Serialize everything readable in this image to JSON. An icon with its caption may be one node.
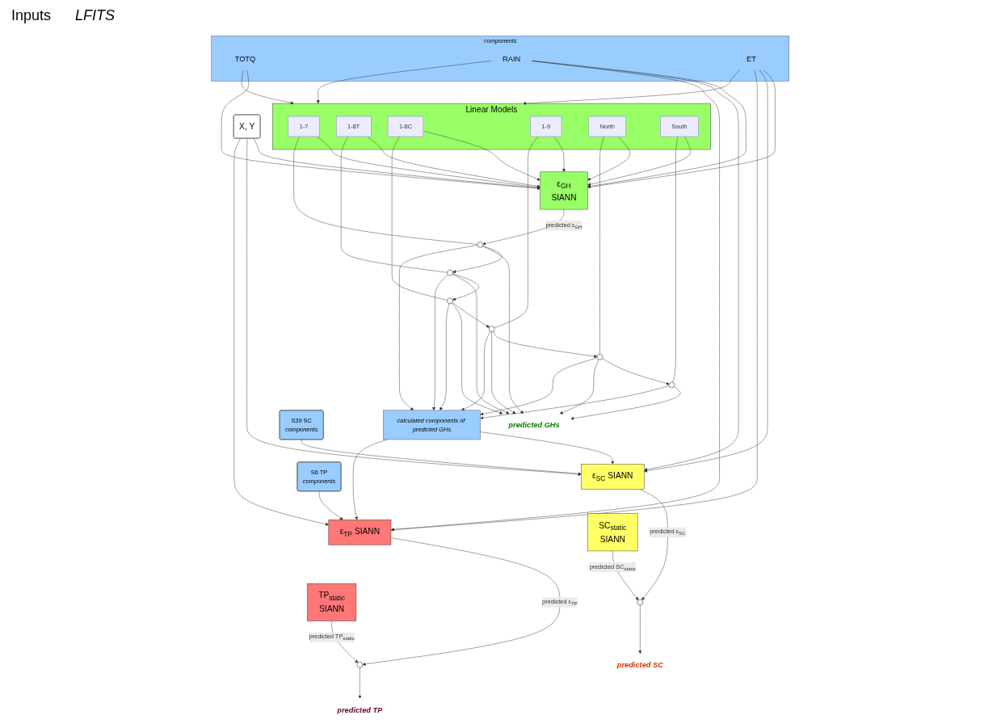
{
  "diagram": {
    "nodes": [
      {
        "text": [
          "X, Y"
        ]
      },
      {
        "text": [
          "components"
        ]
      },
      {
        "text": [
          "TOTQ"
        ],
        "in": 1
      },
      {
        "text": [
          "RAIN"
        ],
        "in": 1
      },
      {
        "text": [
          "ET"
        ],
        "in": 1
      },
      {
        "text": [
          "Linear Models"
        ]
      },
      {
        "text": [
          "1-7"
        ],
        "in": 5
      },
      {
        "text": [
          "1-8T"
        ],
        "in": 5
      },
      {
        "text": [
          "1-8C"
        ],
        "in": 5
      },
      {
        "text": [
          "1-9"
        ],
        "in": 5
      },
      {
        "text": [
          "North"
        ],
        "in": 5
      },
      {
        "text": [
          "South"
        ],
        "in": 5
      },
      {
        "text": [
          "ε$_{GH}$",
          "SIANN"
        ]
      },
      {
        "text": [],
        "shape": "circle"
      },
      {
        "text": [],
        "shape": "circle"
      },
      {
        "text": [],
        "shape": "circle"
      },
      {
        "text": [],
        "shape": "circle"
      },
      {
        "text": [],
        "shape": "circle"
      },
      {
        "text": [],
        "shape": "circle"
      },
      {
        "text": [
          "predicted GHs"
        ]
      },
      {
        "text": [
          "calculated components of predicted GHs"
        ]
      },
      {
        "text": [
          "S39 SC",
          "components"
        ]
      },
      {
        "text": [
          "ε$_{SC}$ SIANN"
        ]
      },
      {
        "text": [
          "S6 TP",
          "components"
        ]
      },
      {
        "text": [
          "ε$_{TP}$ SIANN"
        ]
      },
      {
        "text": [
          "SC$_{static}$",
          "SIANN"
        ]
      },
      {
        "text": [],
        "shape": "circle"
      },
      {
        "text": [
          "predicted SC"
        ]
      },
      {
        "text": [
          "TP$_{static}$",
          "SIANN"
        ]
      },
      {
        "text": [],
        "shape": "circle"
      },
      {
        "text": [
          "predicted TP"
        ]
      }
    ],
    "edges": [
      {
        "from": 0,
        "to": 12,
        "arrow": "to"
      },
      {
        "from": 2,
        "to": 12,
        "arrow": "to"
      },
      {
        "from": 3,
        "to": 12,
        "arrow": "to"
      },
      {
        "from": 4,
        "to": 12,
        "arrow": "to"
      },
      {
        "from": 2,
        "to": 5,
        "arrow": "to"
      },
      {
        "from": 3,
        "to": 5,
        "arrow": "to"
      },
      {
        "from": 4,
        "to": 5,
        "arrow": "to"
      },
      {
        "from": 6,
        "to": 12,
        "arrow": "to"
      },
      {
        "from": 7,
        "to": 12,
        "arrow": "to"
      },
      {
        "from": 8,
        "to": 12,
        "arrow": "to"
      },
      {
        "from": 9,
        "to": 12,
        "arrow": "to"
      },
      {
        "from": 10,
        "to": 12,
        "arrow": "to"
      },
      {
        "from": 11,
        "to": 12,
        "arrow": "to"
      },
      {
        "from": 6,
        "to": 13,
        "arrow": "none"
      },
      {
        "from": 7,
        "to": 14,
        "arrow": "none"
      },
      {
        "from": 8,
        "to": 15,
        "arrow": "none"
      },
      {
        "from": 9,
        "to": 16,
        "arrow": "none"
      },
      {
        "from": 10,
        "to": 17,
        "arrow": "none"
      },
      {
        "from": 11,
        "to": 18,
        "arrow": "none"
      },
      {
        "from": 12,
        "to": 13,
        "arrow": "to",
        "label": "predicted ε$_{GH}$"
      },
      {
        "from": 13,
        "to": 14,
        "arrow": "to"
      },
      {
        "from": 14,
        "to": 15,
        "arrow": "to"
      },
      {
        "from": 15,
        "to": 16,
        "arrow": "to"
      },
      {
        "from": 16,
        "to": 17,
        "arrow": "to"
      },
      {
        "from": 17,
        "to": 18,
        "arrow": "to"
      },
      {
        "from": 13,
        "to": 19,
        "arrow": "to"
      },
      {
        "from": 14,
        "to": 19,
        "arrow": "to"
      },
      {
        "from": 15,
        "to": 19,
        "arrow": "to"
      },
      {
        "from": 16,
        "to": 19,
        "arrow": "to"
      },
      {
        "from": 17,
        "to": 19,
        "arrow": "to"
      },
      {
        "from": 18,
        "to": 19,
        "arrow": "to"
      },
      {
        "from": 13,
        "to": 20,
        "arrow": "to"
      },
      {
        "from": 14,
        "to": 20,
        "arrow": "to"
      },
      {
        "from": 15,
        "to": 20,
        "arrow": "to"
      },
      {
        "from": 16,
        "to": 20,
        "arrow": "to"
      },
      {
        "from": 17,
        "to": 20,
        "arrow": "to"
      },
      {
        "from": 18,
        "to": 20,
        "arrow": "to"
      },
      {
        "from": 0,
        "to": 22,
        "arrow": "to"
      },
      {
        "from": 3,
        "to": 22,
        "arrow": "to"
      },
      {
        "from": 4,
        "to": 22,
        "arrow": "to"
      },
      {
        "from": 20,
        "to": 22,
        "arrow": "to"
      },
      {
        "from": 0,
        "to": 24,
        "arrow": "to"
      },
      {
        "from": 3,
        "to": 24,
        "arrow": "to"
      },
      {
        "from": 4,
        "to": 24,
        "arrow": "to"
      },
      {
        "from": 20,
        "to": 24,
        "arrow": "to"
      },
      {
        "from": 21,
        "to": 22,
        "arrow": "to"
      },
      {
        "from": 23,
        "to": 24,
        "arrow": "to"
      },
      {
        "from": 22,
        "to": 26,
        "arrow": "to",
        "label": "predicted ε$_{SC}$"
      },
      {
        "from": 25,
        "to": 26,
        "arrow": "to",
        "label": "predicted SC$_{static}$"
      },
      {
        "from": 26,
        "to": 27,
        "arrow": "to"
      },
      {
        "from": 24,
        "to": 29,
        "arrow": "to",
        "label": "predicted ε$_{TP}$"
      },
      {
        "from": 28,
        "to": 29,
        "arrow": "to",
        "label": "predicted TP$_{static}$"
      },
      {
        "from": 29,
        "to": 30,
        "arrow": "to"
      }
    ],
    "labels": [
      "Inputs",
      "LFITS"
    ]
  }
}
